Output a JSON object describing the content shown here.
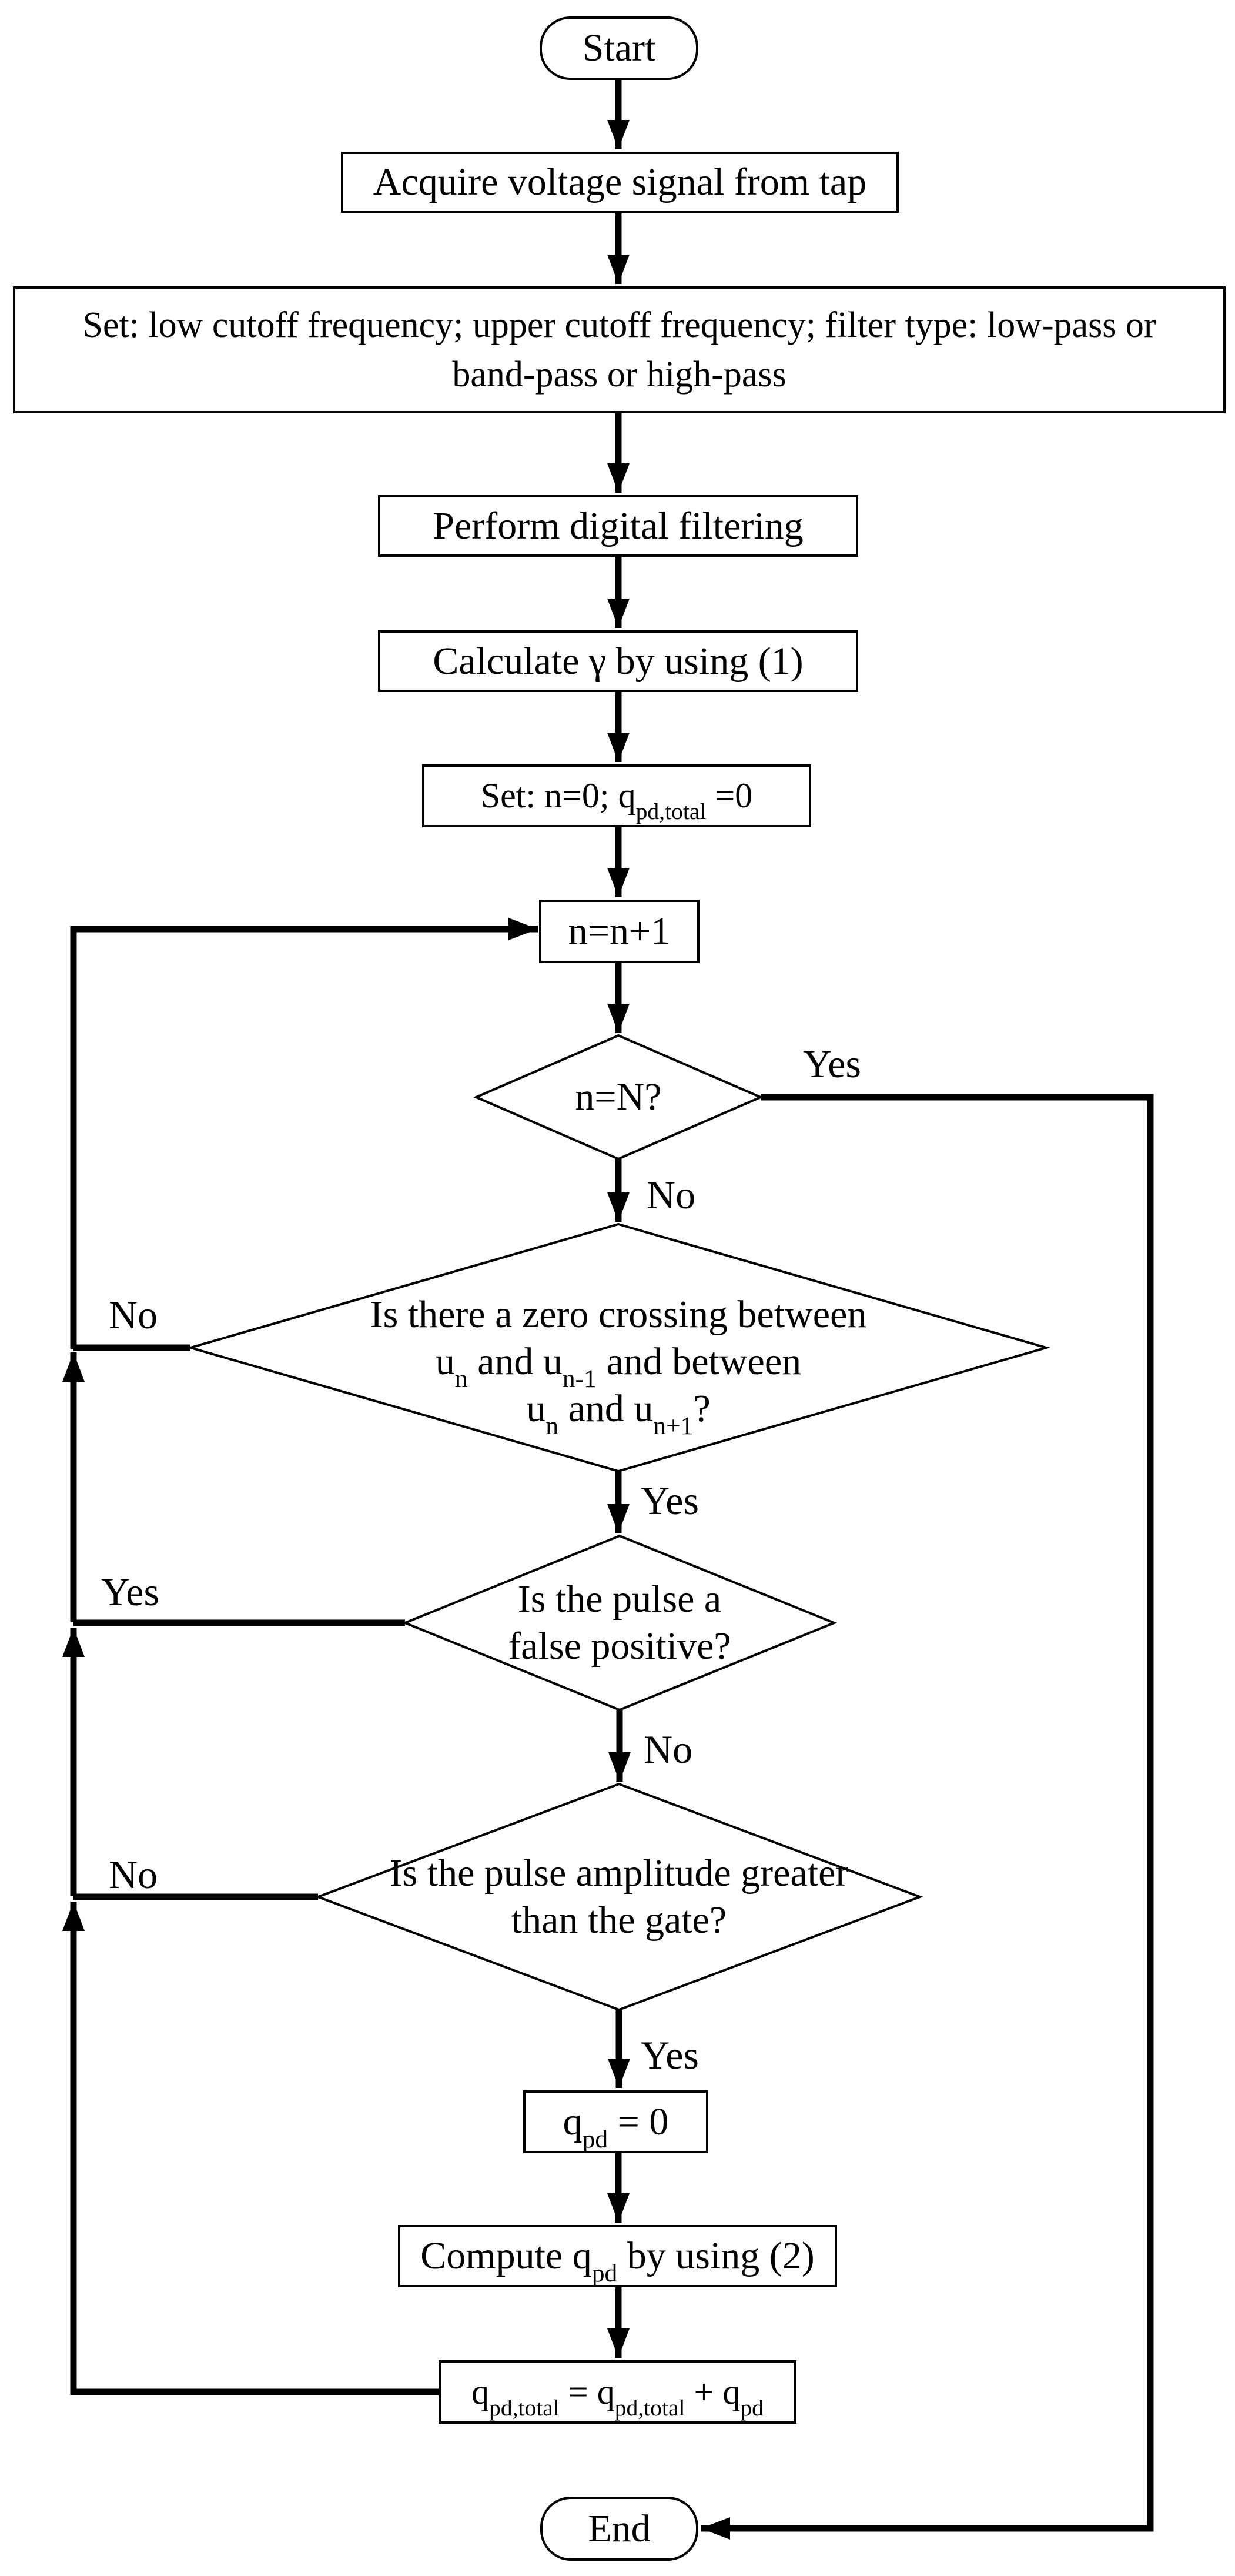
{
  "colors": {
    "ink": "#000000",
    "background": "#ffffff"
  },
  "nodes": {
    "start": {
      "label": "Start"
    },
    "acquire": {
      "label": "Acquire voltage signal from tap"
    },
    "set_filter": {
      "line1": "Set: low cutoff frequency; upper cutoff frequency; filter type: low-pass or",
      "line2": "band-pass or high-pass"
    },
    "filtering": {
      "label": "Perform digital filtering"
    },
    "calc_gamma": {
      "label": "Calculate γ by using (1)"
    },
    "init": {
      "parts": [
        "Set: n=0; q",
        "pd,total",
        " =0"
      ]
    },
    "increment": {
      "label": "n=n+1"
    },
    "check_n": {
      "label": "n=N?"
    },
    "zero_crossing": {
      "line1": "Is there a zero crossing between",
      "line2": [
        "u",
        "n",
        " and u",
        "n-1",
        " and between"
      ],
      "line3": [
        "u",
        "n",
        " and u",
        "n+1",
        "?"
      ]
    },
    "false_positive": {
      "line1": "Is the pulse a",
      "line2": "false positive?"
    },
    "amplitude": {
      "line1": "Is the pulse amplitude greater",
      "line2": "than the gate?"
    },
    "qpd_zero": {
      "parts": [
        "q",
        "pd",
        " = 0"
      ]
    },
    "compute": {
      "parts": [
        "Compute q",
        "pd",
        " by using (2)"
      ]
    },
    "accumulate": {
      "parts": [
        "q",
        "pd,total",
        " = q",
        "pd,total",
        " + q",
        "pd"
      ]
    },
    "end": {
      "label": "End"
    }
  },
  "branch_labels": {
    "check_n_yes": "Yes",
    "check_n_no": "No",
    "zero_crossing_no": "No",
    "zero_crossing_yes": "Yes",
    "false_positive_yes": "Yes",
    "false_positive_no": "No",
    "amplitude_no": "No",
    "amplitude_yes": "Yes"
  }
}
